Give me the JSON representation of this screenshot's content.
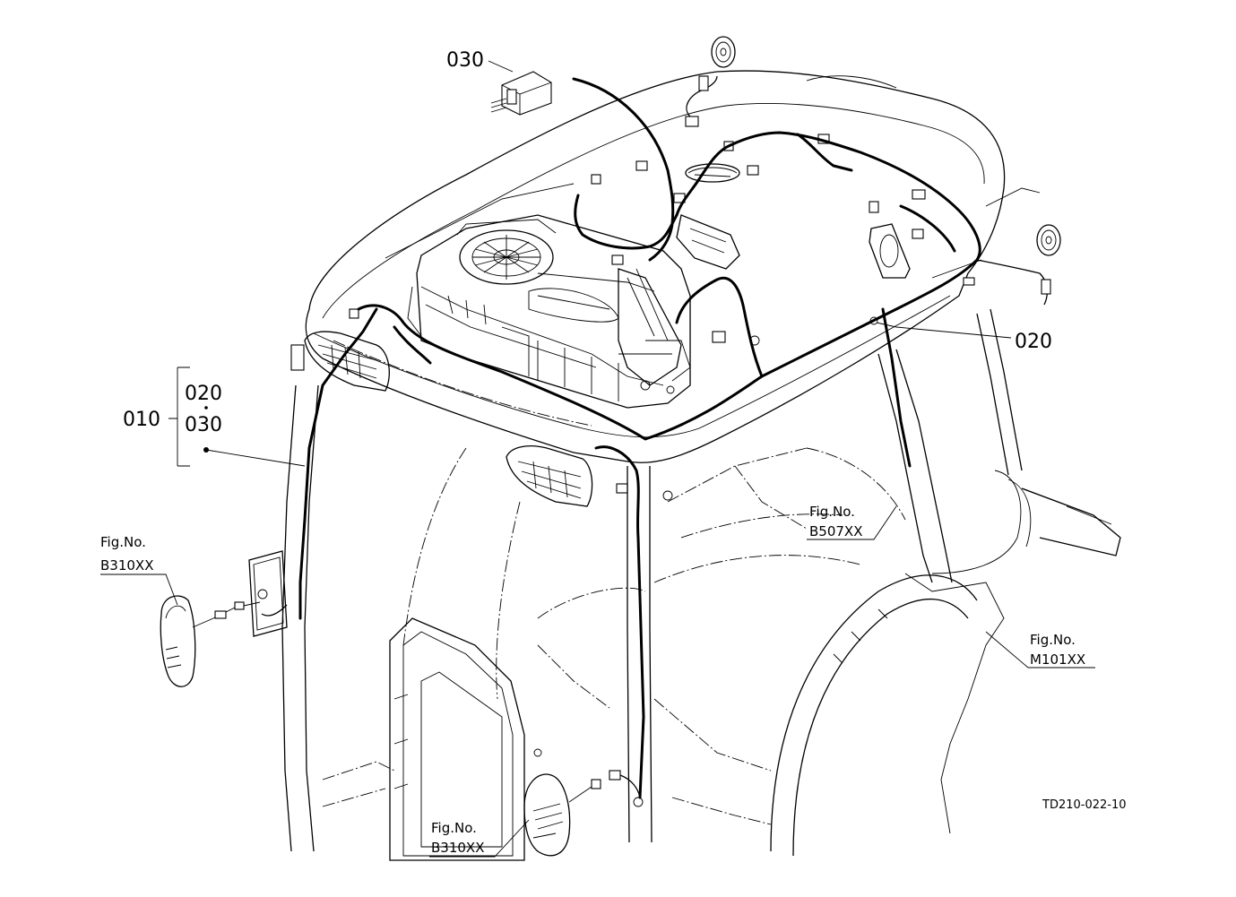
{
  "callouts": {
    "part_030_top": "030",
    "part_020_right": "020",
    "kit_010": "010",
    "kit_020": "020",
    "kit_030": "030"
  },
  "figure_refs": {
    "b310xx_left": {
      "line1": "Fig.No.",
      "line2": "B310XX"
    },
    "b507xx": {
      "line1": "Fig.No.",
      "line2": "B507XX"
    },
    "m101xx": {
      "line1": "Fig.No.",
      "line2": "M101XX"
    },
    "b310xx_bottom": {
      "line1": "Fig.No.",
      "line2": "B310XX"
    }
  },
  "drawing_code": "TD210-022-10"
}
